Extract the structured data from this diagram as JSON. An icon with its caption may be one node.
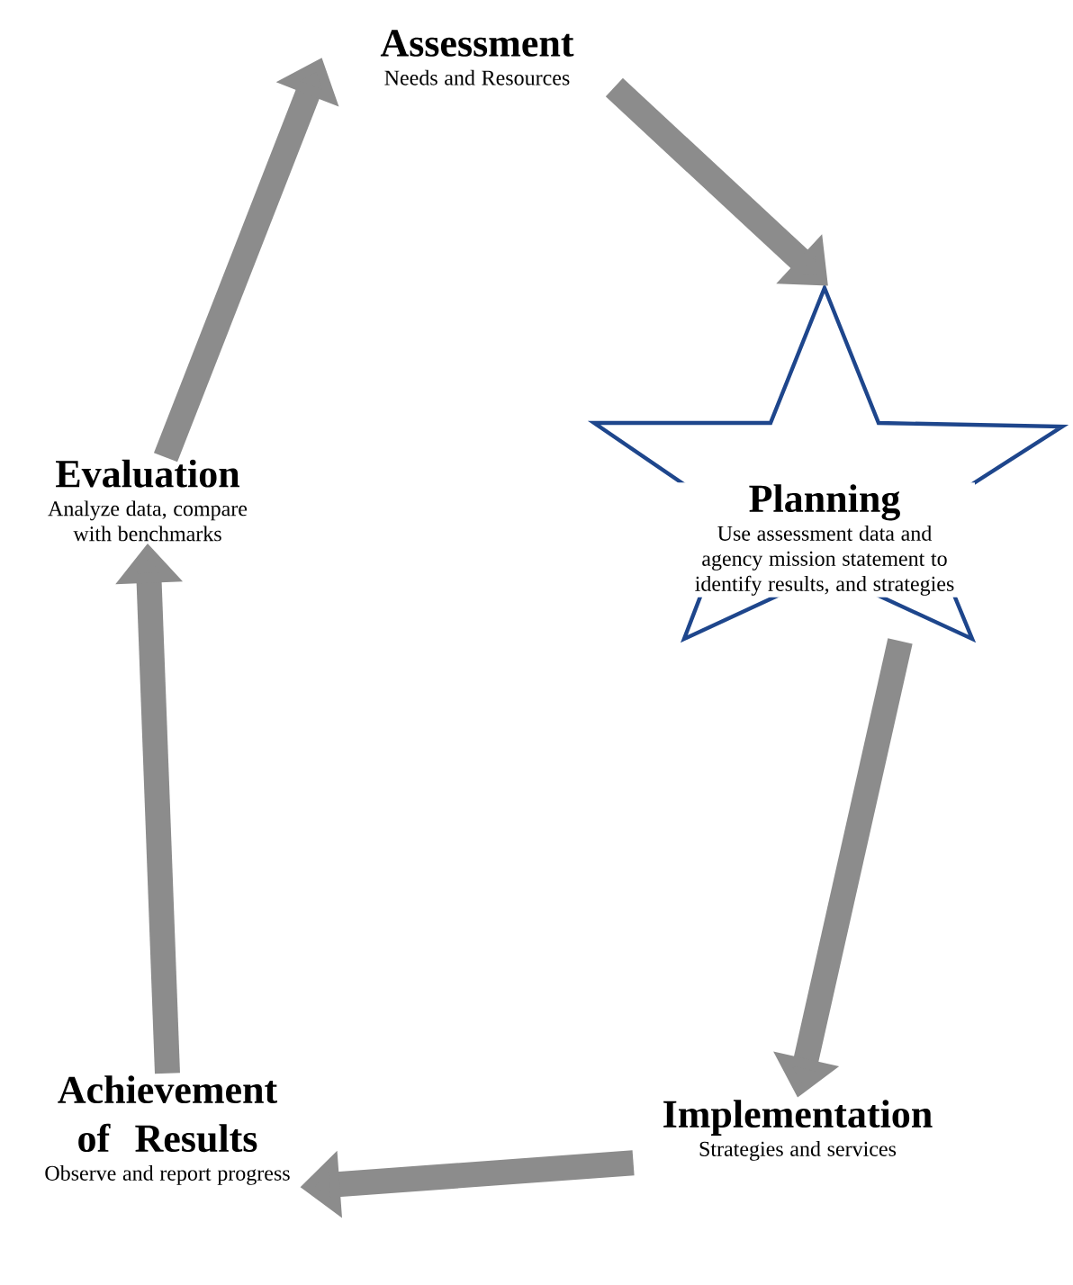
{
  "diagram": {
    "nodes": [
      {
        "text": [
          "Assessment",
          "Needs and Resources"
        ]
      },
      {
        "text": [
          "Planning",
          "Use assessment data and agency mission statement to identify results, and strategies"
        ]
      },
      {
        "text": [
          "Implementation",
          "Strategies and services"
        ]
      },
      {
        "text": [
          "Achievement of Results",
          "Observe and report progress"
        ]
      },
      {
        "text": [
          "Evaluation",
          "Analyze data, compare with benchmarks"
        ]
      }
    ],
    "edges": [
      {
        "from": 0,
        "to": 1,
        "arrow": "to"
      },
      {
        "from": 1,
        "to": 2,
        "arrow": "to"
      },
      {
        "from": 2,
        "to": 3,
        "arrow": "to"
      },
      {
        "from": 3,
        "to": 4,
        "arrow": "to"
      },
      {
        "from": 4,
        "to": 0,
        "arrow": "to"
      }
    ]
  }
}
